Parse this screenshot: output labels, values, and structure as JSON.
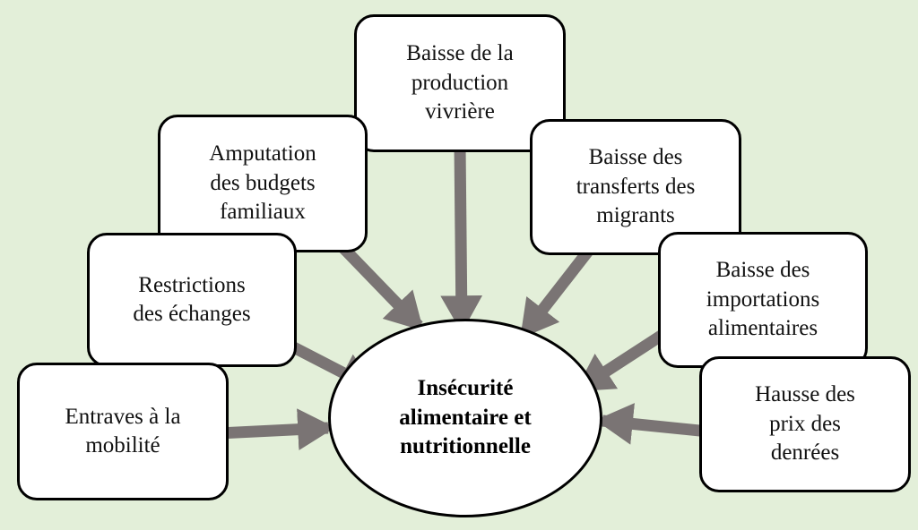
{
  "colors": {
    "background": "#e3efd9",
    "box_fill": "#ffffff",
    "box_border": "#000000",
    "arrow": "#7a7474"
  },
  "center": {
    "text": "Insécurité\nalimentaire et\nnutritionnelle"
  },
  "causes": [
    {
      "id": "production",
      "text": "Baisse de la\nproduction\nvivrière"
    },
    {
      "id": "budgets",
      "text": "Amputation\ndes budgets\nfamiliaux"
    },
    {
      "id": "transferts",
      "text": "Baisse des\ntransferts des\nmigrants"
    },
    {
      "id": "restrictions",
      "text": "Restrictions\ndes échanges"
    },
    {
      "id": "importations",
      "text": "Baisse des\nimportations\nalimentaires"
    },
    {
      "id": "mobilite",
      "text": "Entraves à la\nmobilité"
    },
    {
      "id": "prix",
      "text": "Hausse des\nprix des\ndenrées"
    }
  ]
}
